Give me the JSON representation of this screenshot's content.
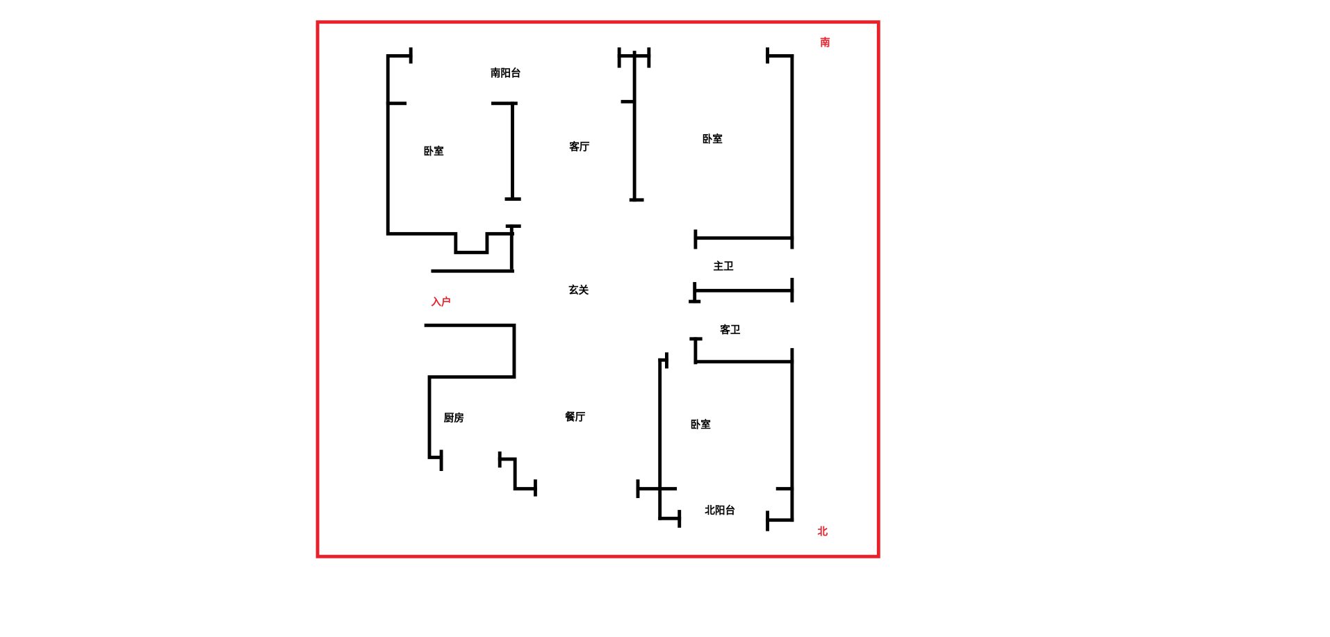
{
  "floorplan": {
    "rooms": {
      "south_balcony": "南阳台",
      "bedroom_nw": "卧室",
      "living_room": "客厅",
      "bedroom_ne": "卧室",
      "master_bath": "主卫",
      "foyer": "玄关",
      "entrance": "入户",
      "guest_bath": "客卫",
      "kitchen": "厨房",
      "dining_room": "餐厅",
      "bedroom_se": "卧室",
      "north_balcony": "北阳台"
    },
    "compass": {
      "south": "南",
      "north": "北"
    },
    "colors": {
      "frame": "#e8202a",
      "walls": "#000000",
      "accent_text": "#e8202a"
    }
  }
}
